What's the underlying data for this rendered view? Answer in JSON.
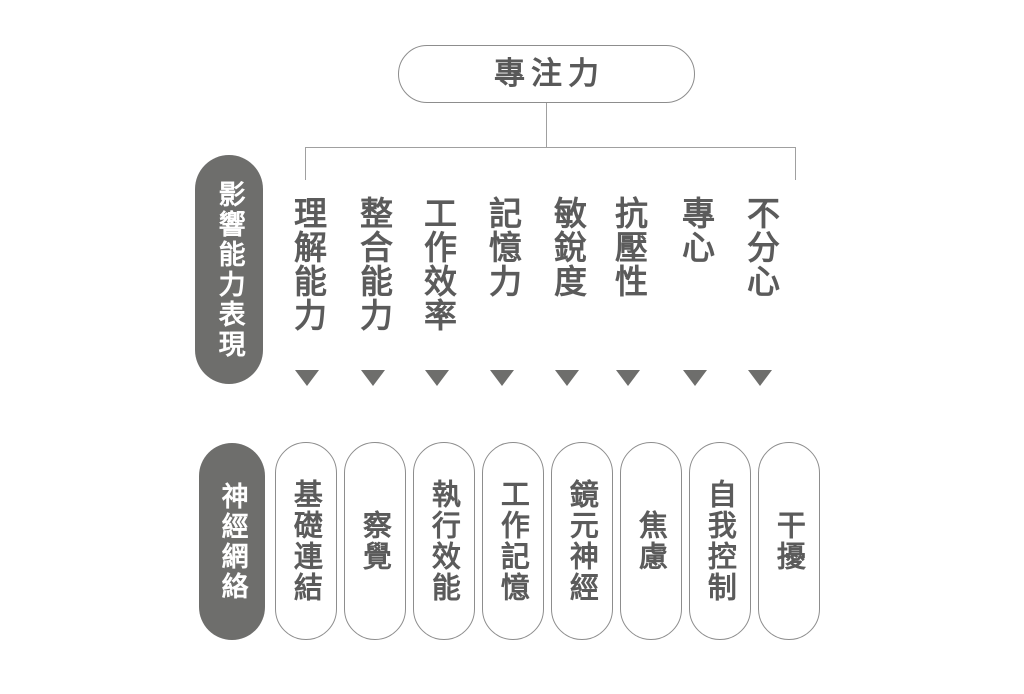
{
  "diagram": {
    "type": "hierarchy-tree",
    "title": "專注力",
    "root": {
      "label": "專注力"
    },
    "row_labels": {
      "abilities": "影響能力表現",
      "network": "神經網絡"
    },
    "abilities": [
      {
        "label": "理解能力"
      },
      {
        "label": "整合能力"
      },
      {
        "label": "工作效率"
      },
      {
        "label": "記憶力"
      },
      {
        "label": "敏銳度"
      },
      {
        "label": "抗壓性"
      },
      {
        "label": "專心"
      },
      {
        "label": "不分心"
      }
    ],
    "arrows": [
      {
        "icon": "triangle-down-icon"
      },
      {
        "icon": "triangle-down-icon"
      },
      {
        "icon": "triangle-down-icon"
      },
      {
        "icon": "triangle-down-icon"
      },
      {
        "icon": "triangle-down-icon"
      },
      {
        "icon": "triangle-down-icon"
      },
      {
        "icon": "triangle-down-icon"
      },
      {
        "icon": "triangle-down-icon"
      }
    ],
    "networks": [
      {
        "label": "基礎連結"
      },
      {
        "label": "察覺"
      },
      {
        "label": "執行效能"
      },
      {
        "label": "工作記憶"
      },
      {
        "label": "鏡元神經"
      },
      {
        "label": "焦慮"
      },
      {
        "label": "自我控制"
      },
      {
        "label": "干擾"
      }
    ],
    "colors": {
      "background": "#ffffff",
      "text": "#5b5b5b",
      "pill_border": "#8d8d8d",
      "side_pill_fill": "#6e6e6c",
      "side_pill_text": "#ffffff",
      "connector": "#a0a0a0",
      "arrow": "#6e6e6c"
    }
  }
}
